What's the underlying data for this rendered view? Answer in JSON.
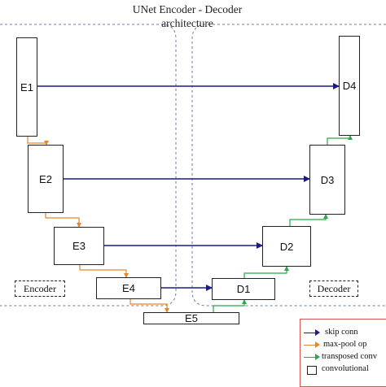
{
  "title": "UNet Encoder - Decoder\narchitecture",
  "blocks": {
    "e1": "E1",
    "e2": "E2",
    "e3": "E3",
    "e4": "E4",
    "e5": "E5",
    "d1": "D1",
    "d2": "D2",
    "d3": "D3",
    "d4": "D4"
  },
  "regions": {
    "encoder": "Encoder",
    "decoder": "Decoder"
  },
  "legend": {
    "skip": "skip conn",
    "maxpool": "max-pool op",
    "transposed": "transposed conv",
    "conv": "convolutional"
  },
  "colors": {
    "skip": "#1a1a8c",
    "maxpool": "#e8862b",
    "transposed": "#2aa84a",
    "legend_border": "#d9534f"
  }
}
